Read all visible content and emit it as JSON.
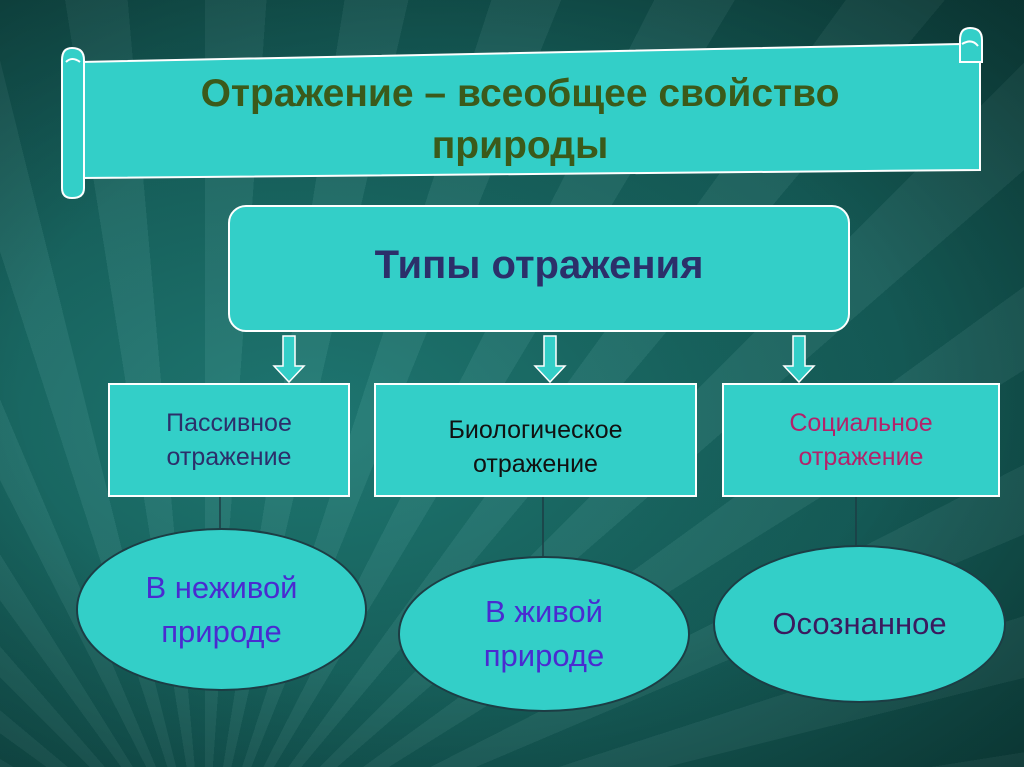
{
  "banner": {
    "line1": "Отражение – всеобщее свойство",
    "line2": "природы"
  },
  "types_box": {
    "label": "Типы отражения"
  },
  "categories": [
    {
      "line1": "Пассивное",
      "line2": "отражение",
      "color": "#2c2f6a"
    },
    {
      "line1": "Биологическое",
      "line2": "отражение",
      "color": "#111111"
    },
    {
      "line1": "Социальное",
      "line2": "отражение",
      "color": "#b3226a"
    }
  ],
  "outcomes": [
    {
      "line1": "В неживой",
      "line2": "природе",
      "color": "#4a2bd0"
    },
    {
      "line1": "В живой",
      "line2": "природе",
      "color": "#4a2bd0"
    },
    {
      "line1": "Осознанное",
      "line2": "",
      "color": "#3b1a5e"
    }
  ],
  "colors": {
    "box_fill": "#33cfc8",
    "banner_text": "#3b5a1a",
    "types_text": "#2c2f6a"
  }
}
